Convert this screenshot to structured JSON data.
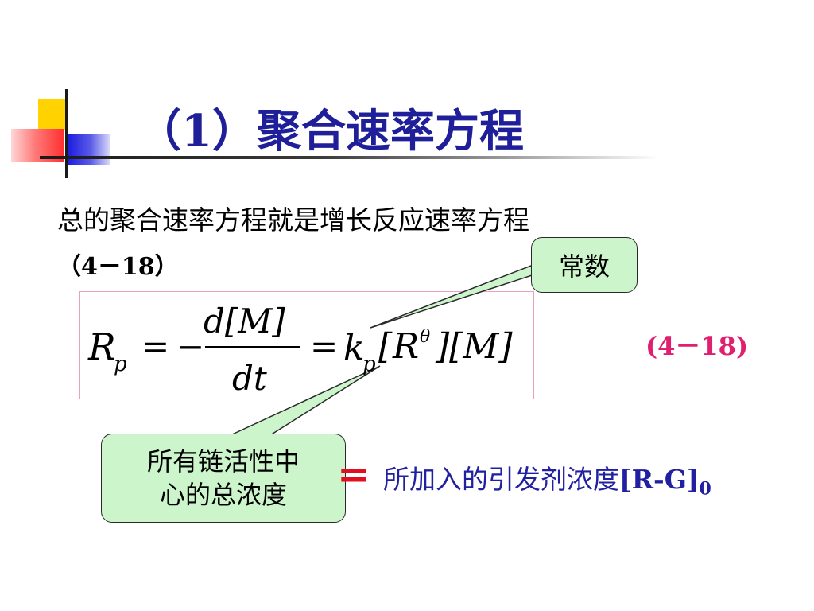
{
  "slide": {
    "title": "（1）聚合速率方程",
    "text_line1": "总的聚合速率方程就是增长反应速率方程",
    "text_line2": "（4－18）",
    "equation_label": "(4－18)",
    "callout_constant": "常数",
    "callout_concentration": [
      "所有链活性中",
      "心的总浓度"
    ],
    "equals_sign": "=",
    "initiator_text": "所加入的引发剂浓度",
    "initiator_conc": "[R-G]",
    "initiator_subscript": "0"
  },
  "formula": {
    "lhs_symbol": "R",
    "lhs_sub": "p",
    "eq1": "=",
    "minus": "−",
    "num": "d[M]",
    "den": "dt",
    "eq2": "=",
    "k": "k",
    "k_sub": "p",
    "bracket_open": "[",
    "r": "R",
    "r_sup": "θ",
    "tail": " ][M]"
  },
  "colors": {
    "title": "#1F1F9A",
    "callout_fill": "#CCF5CC",
    "equation_label": "#E0206E",
    "equals_sign": "#E01020",
    "initiator_text": "#2020A0",
    "formula_border": "#E8A0C0"
  }
}
